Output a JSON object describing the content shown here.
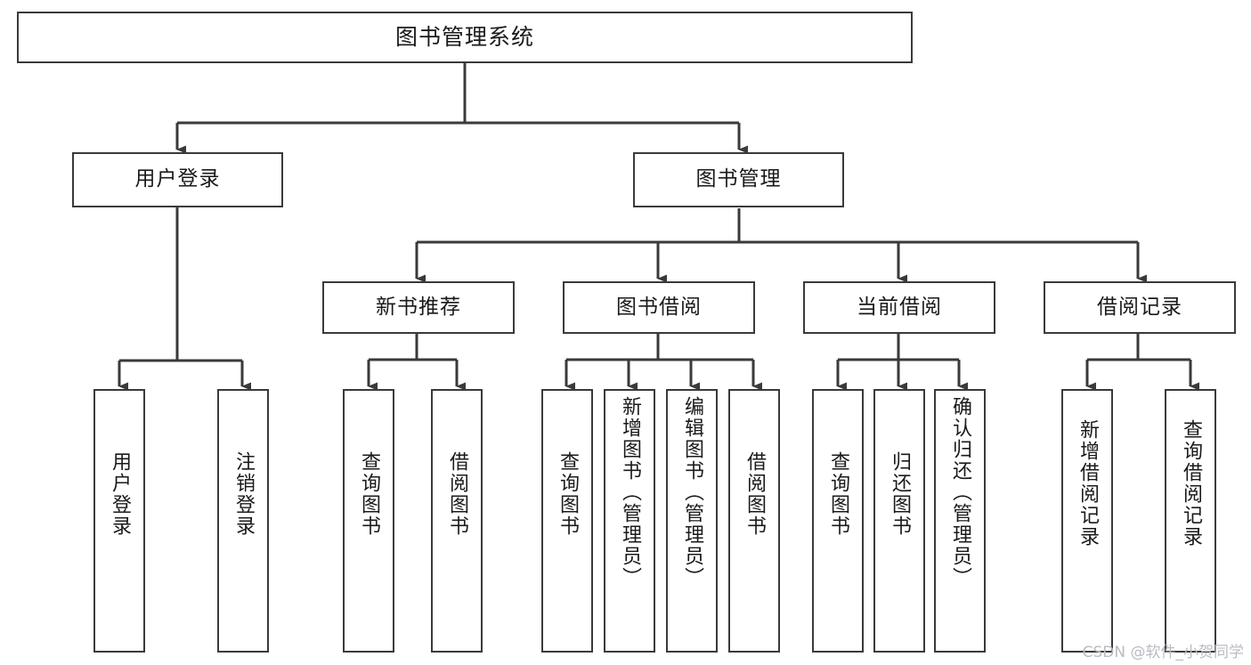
{
  "diagram": {
    "title": "图书管理系统",
    "type": "tree-hierarchy-diagram",
    "orientation": "top-down",
    "line_color": "#3a3a3a",
    "box_fill": "#ffffff",
    "text_color": "#1a1a1a",
    "watermark": "CSDN @软件_小贺同学",
    "watermark_color": "#b9bcc2"
  },
  "nodes": {
    "root": {
      "label": "图书管理系统",
      "level": 0
    },
    "level1": [
      {
        "id": "user-login",
        "label": "用户登录",
        "level": 1
      },
      {
        "id": "book-management",
        "label": "图书管理",
        "level": 1
      }
    ],
    "level2": [
      {
        "id": "new-book-recommend",
        "label": "新书推荐",
        "level": 2,
        "parent": "book-management"
      },
      {
        "id": "book-borrow",
        "label": "图书借阅",
        "level": 2,
        "parent": "book-management"
      },
      {
        "id": "current-borrow",
        "label": "当前借阅",
        "level": 2,
        "parent": "book-management"
      },
      {
        "id": "borrow-record",
        "label": "借阅记录",
        "level": 2,
        "parent": "book-management"
      }
    ],
    "leaves": [
      {
        "id": "leaf-user-login",
        "label": "用户登录",
        "parent": "user-login"
      },
      {
        "id": "leaf-logout-login",
        "label": "注销登录",
        "parent": "user-login"
      },
      {
        "id": "leaf-query-book-1",
        "label": "查询图书",
        "parent": "new-book-recommend"
      },
      {
        "id": "leaf-borrow-book-1",
        "label": "借阅图书",
        "parent": "new-book-recommend"
      },
      {
        "id": "leaf-query-book-2",
        "label": "查询图书",
        "parent": "book-borrow"
      },
      {
        "id": "leaf-add-book",
        "label": "新增图书（管理员）",
        "parent": "book-borrow"
      },
      {
        "id": "leaf-edit-book",
        "label": "编辑图书（管理员）",
        "parent": "book-borrow"
      },
      {
        "id": "leaf-borrow-book-2",
        "label": "借阅图书",
        "parent": "book-borrow"
      },
      {
        "id": "leaf-query-book-3",
        "label": "查询图书",
        "parent": "current-borrow"
      },
      {
        "id": "leaf-return-book",
        "label": "归还图书",
        "parent": "current-borrow"
      },
      {
        "id": "leaf-confirm-return",
        "label": "确认归还（管理员）",
        "parent": "current-borrow"
      },
      {
        "id": "leaf-add-record",
        "label": "新增借阅记录",
        "parent": "borrow-record"
      },
      {
        "id": "leaf-query-record",
        "label": "查询借阅记录",
        "parent": "borrow-record"
      }
    ]
  }
}
